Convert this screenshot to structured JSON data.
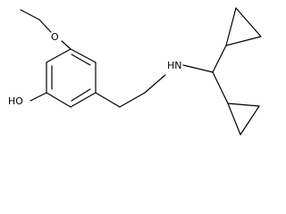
{
  "molecule": {
    "atoms": {
      "ethoxy_oxygen": "O",
      "hydroxyl": "HO",
      "amine": "HN"
    }
  }
}
